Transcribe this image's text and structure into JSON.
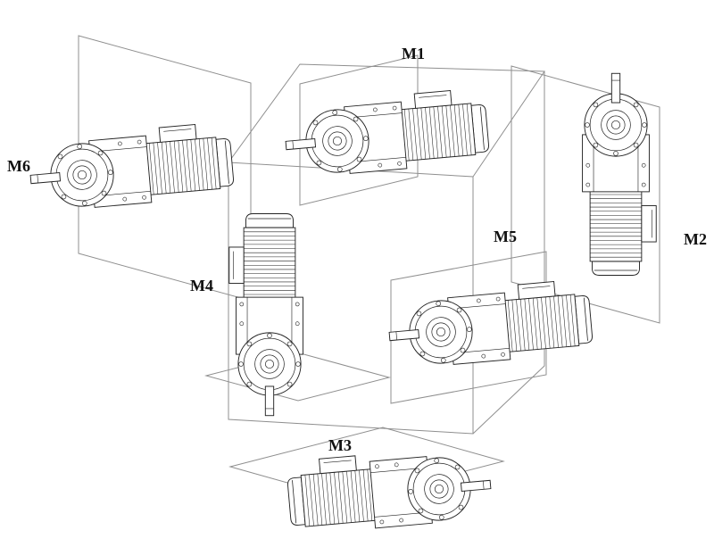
{
  "figure": {
    "background_color": "#ffffff",
    "line_color": "#232323",
    "guide_color": "#8f8f8f"
  },
  "positions": {
    "m1": {
      "label": "M1"
    },
    "m2": {
      "label": "M2"
    },
    "m3": {
      "label": "M3"
    },
    "m4": {
      "label": "M4"
    },
    "m5": {
      "label": "M5"
    },
    "m6": {
      "label": "M6"
    }
  }
}
